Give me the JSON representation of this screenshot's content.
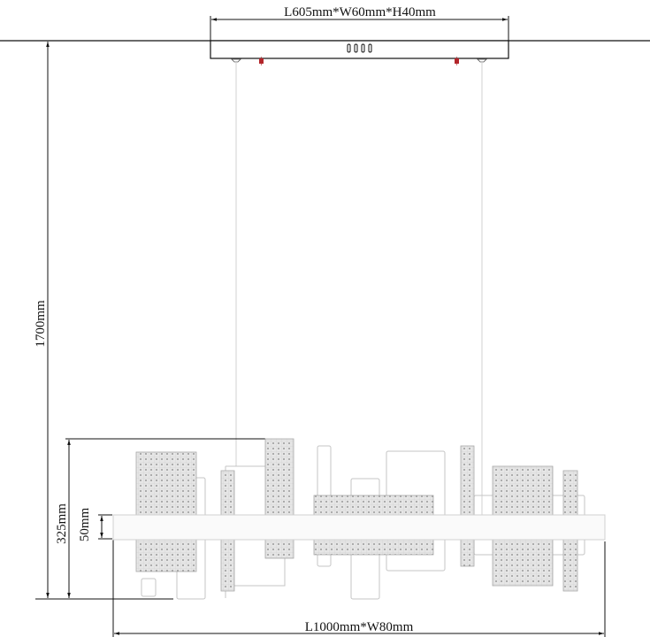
{
  "drawing": {
    "type": "pendant-light-dimension-drawing",
    "colors": {
      "line": "#111111",
      "part_outline": "#bfbfbf",
      "mesh_fill": "#dcdcdc",
      "mesh_dot": "#9a9a9a",
      "wire": "#cfcfcf",
      "screw_red": "#b3262b"
    }
  },
  "dimensions": {
    "canopy": "L605mm*W60mm*H40mm",
    "drop_height": "1700mm",
    "fixture_height": "325mm",
    "bar_height": "50mm",
    "fixture_size": "L1000mm*W80mm"
  },
  "canopy": {
    "vent_slots": 4
  }
}
